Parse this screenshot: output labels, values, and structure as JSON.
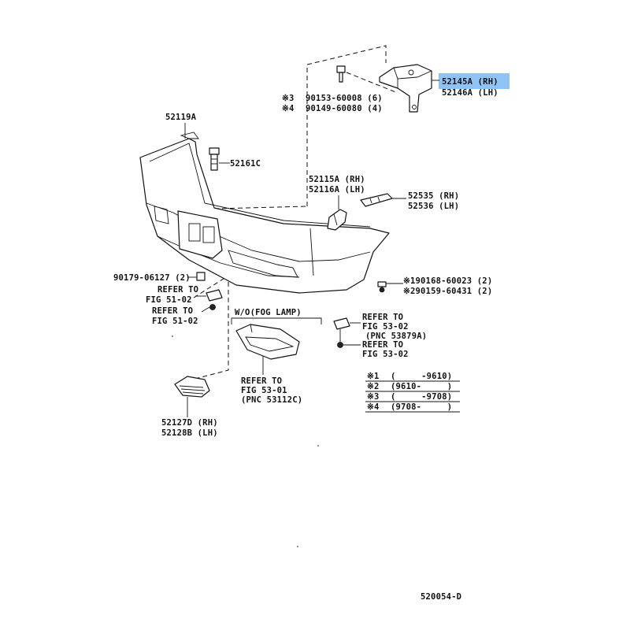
{
  "highlight_color": "#8fc3f5",
  "figure_number": "520054-D",
  "parts": {
    "bracket_rh": "52145A (RH)",
    "bracket_lh": "52146A (LH)",
    "bolt_3_marker": "※3",
    "bolt_3_code": "90153-60008 (6)",
    "bolt_4_marker": "※4",
    "bolt_4_code": "90149-60080 (4)",
    "cover": "52119A",
    "clip": "52161C",
    "retainer_rh": "52115A (RH)",
    "retainer_lh": "52116A (LH)",
    "seal_rh": "52535 (RH)",
    "seal_lh": "52536 (LH)",
    "nut": "90179-06127 (2)",
    "screw_1": "※190168-60023 (2)",
    "screw_2": "※290159-60431 (2)",
    "grille_rh": "52127D (RH)",
    "grille_lh": "52128B (LH)"
  },
  "refs": {
    "refer_to": "REFER TO",
    "fig_51_02": "FIG 51-02",
    "fig_53_02": "FIG 53-02",
    "fig_53_01": "FIG 53-01",
    "pnc_53879a": "(PNC 53879A)",
    "pnc_53112c": "(PNC 53112C)",
    "fog_lamp": "W/O(FOG LAMP)"
  },
  "legend": [
    {
      "marker": "※1",
      "range": "(     -9610)"
    },
    {
      "marker": "※2",
      "range": "(9610-     )"
    },
    {
      "marker": "※3",
      "range": "(     -9708)"
    },
    {
      "marker": "※4",
      "range": "(9708-     )"
    }
  ]
}
